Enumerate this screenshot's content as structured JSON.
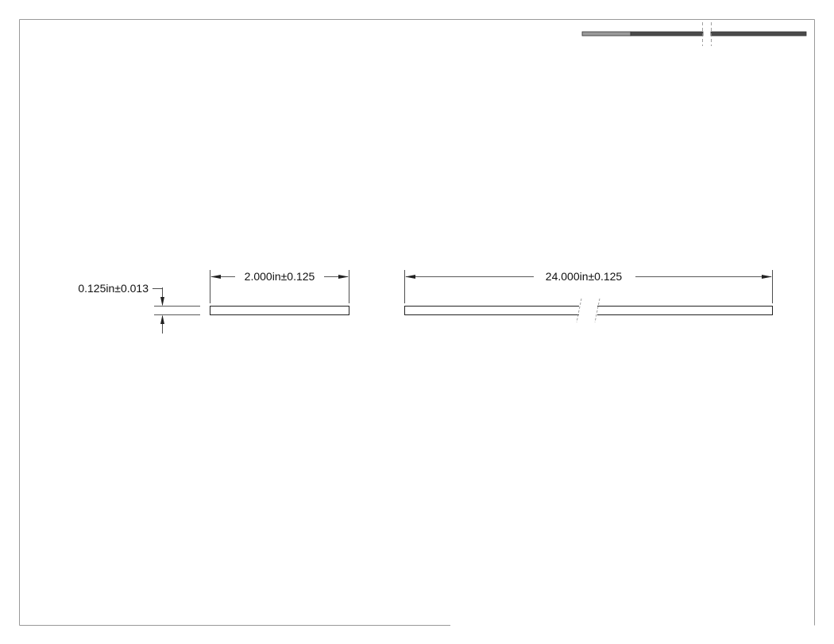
{
  "drawing": {
    "dimensions": {
      "thickness": "0.125in±0.013",
      "width": "2.000in±0.125",
      "length": "24.000in±0.125"
    },
    "colors": {
      "line": "#222222",
      "break_line": "#888888",
      "preview_light": "#9a9a9a",
      "preview_dark": "#4a4a4a"
    }
  }
}
